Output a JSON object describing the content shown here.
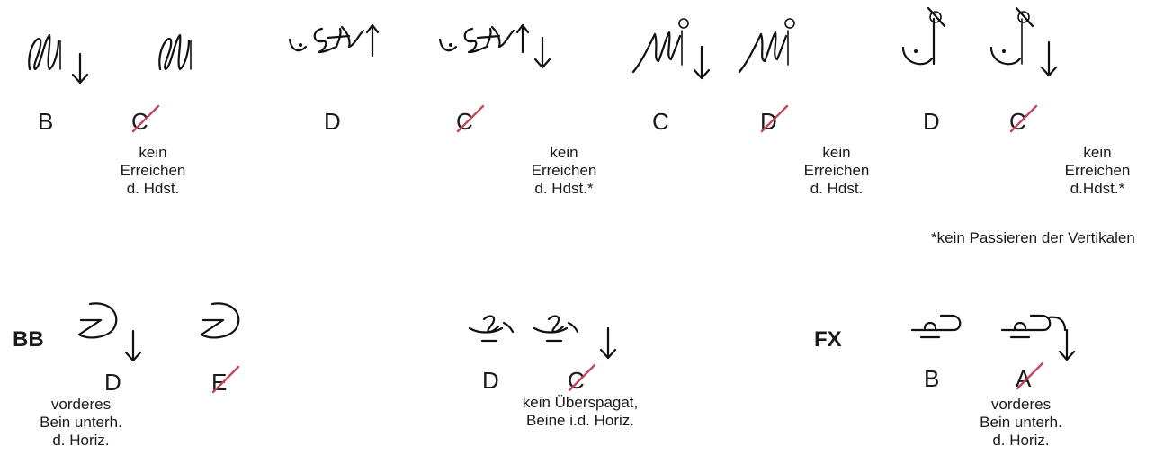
{
  "elements": {
    "bb": "BB",
    "fx": "FX"
  },
  "grades": {
    "g1": "B",
    "g2": "C",
    "g3": "D",
    "g4": "C",
    "g5": "C",
    "g6": "D",
    "g7": "D",
    "g8": "C",
    "g9": "D",
    "g10": "E",
    "g11": "D",
    "g12": "C",
    "g13": "B",
    "g14": "A"
  },
  "notes": {
    "n1": [
      "kein",
      "Erreichen",
      "d. Hdst."
    ],
    "n2": [
      "kein",
      "Erreichen",
      "d. Hdst.*"
    ],
    "n3": [
      "kein",
      "Erreichen",
      "d. Hdst."
    ],
    "n4": [
      "kein",
      "Erreichen",
      "d.Hdst.*"
    ],
    "n5": [
      "vorderes",
      "Bein unterh.",
      "d. Horiz."
    ],
    "n6": [
      "kein Überspagat,",
      "Beine i.d. Horiz."
    ],
    "n7": [
      "vorderes",
      "Bein unterh.",
      "d. Horiz."
    ]
  },
  "footnote": "*kein Passieren der Vertikalen",
  "colors": {
    "strike": "#c0485e",
    "ink": "#111111"
  }
}
